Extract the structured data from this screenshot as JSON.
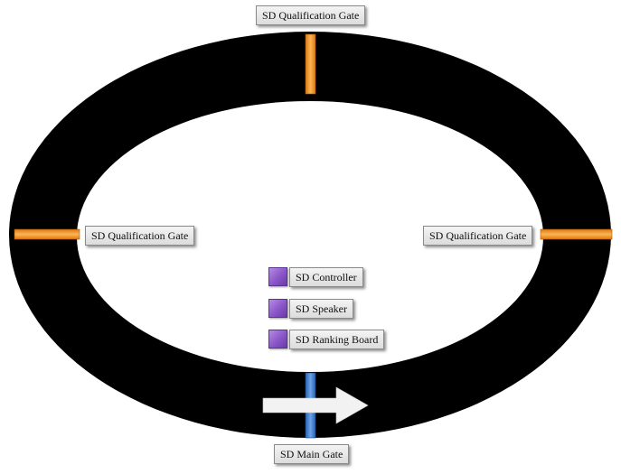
{
  "diagram": {
    "gates": {
      "top": "SD Qualification Gate",
      "left": "SD Qualification Gate",
      "right": "SD Qualification Gate",
      "main": "SD Main Gate"
    },
    "legend": [
      {
        "label": "SD Controller"
      },
      {
        "label": "SD Speaker"
      },
      {
        "label": "SD Ranking Board"
      }
    ],
    "colors": {
      "track": "#000000",
      "qualification_gate": "#f39a2e",
      "main_gate": "#3f7fd2",
      "legend_box": "#8a55c8",
      "arrow": "#f2f2f2"
    }
  }
}
